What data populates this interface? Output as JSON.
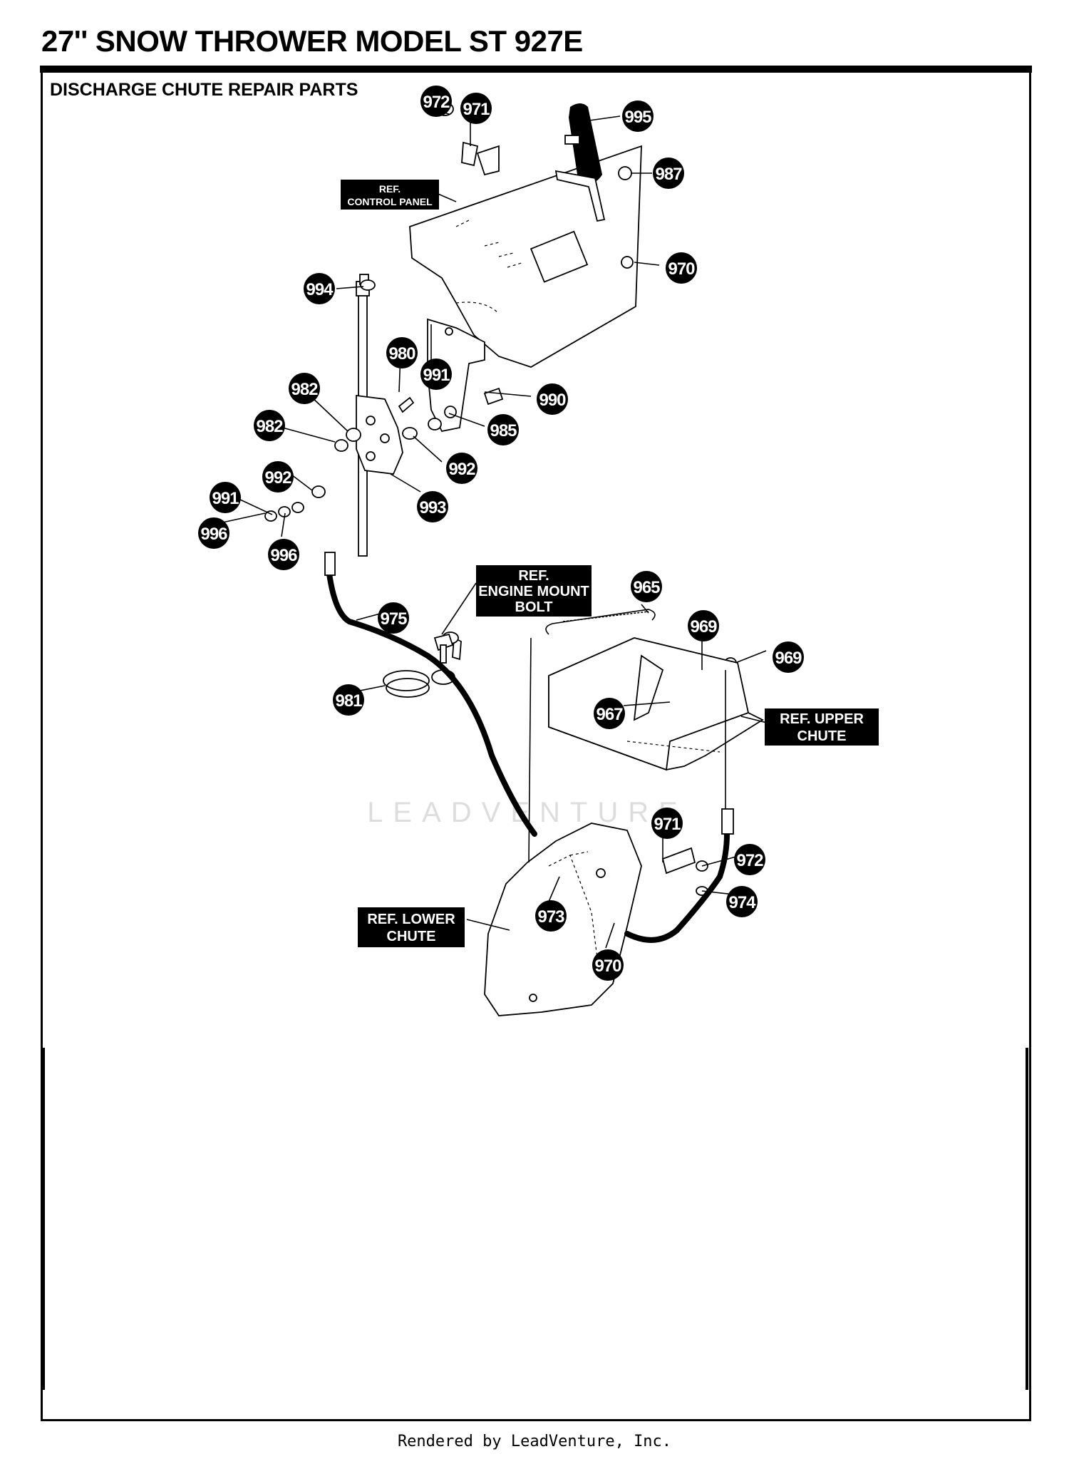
{
  "title": "27'' SNOW THROWER MODEL ST 927E",
  "section_title": "DISCHARGE CHUTE  REPAIR PARTS",
  "callouts": [
    "972",
    "971",
    "995",
    "987",
    "970",
    "994",
    "980",
    "991",
    "990",
    "982",
    "982",
    "985",
    "992",
    "992",
    "991",
    "993",
    "996",
    "996",
    "975",
    "965",
    "969",
    "969",
    "981",
    "967",
    "971",
    "972",
    "974",
    "973",
    "970"
  ],
  "ref_labels": {
    "control_panel": [
      "REF.",
      "CONTROL PANEL"
    ],
    "engine_mount": [
      "REF.",
      "ENGINE MOUNT",
      "BOLT"
    ],
    "upper_chute": [
      "REF. UPPER",
      "CHUTE"
    ],
    "lower_chute": [
      "REF. LOWER",
      "CHUTE"
    ]
  },
  "watermark": "LEADVENTURE",
  "footer": "Rendered by LeadVenture, Inc."
}
